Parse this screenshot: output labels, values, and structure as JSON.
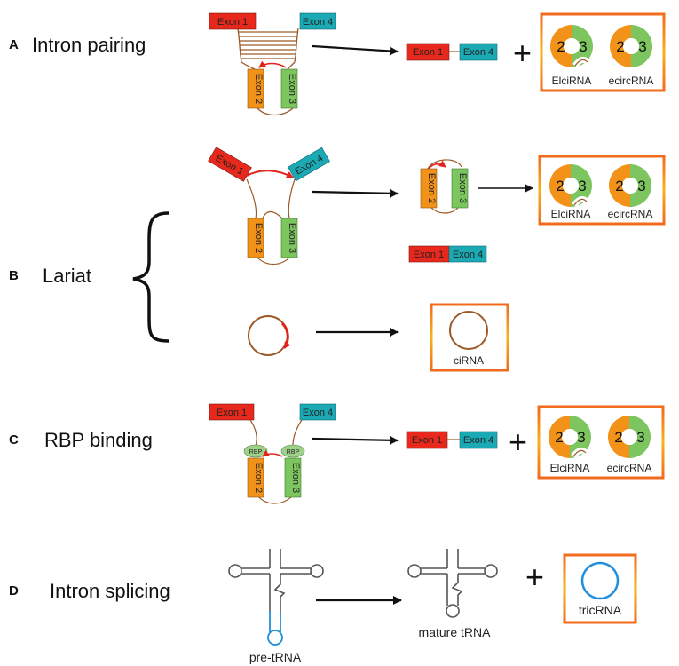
{
  "colors": {
    "exon1": "#e8281c",
    "exon4": "#1ba9b4",
    "exon2": "#f39219",
    "exon3": "#7cc55f",
    "intron": "#9c5a28",
    "box_border": "#f26b1d",
    "trna_loop": "#1f8fdc",
    "arrow_red": "#e2221b",
    "rbp": "#9fd08a"
  },
  "panels": {
    "A": {
      "letter": "A",
      "title": "Intron pairing"
    },
    "B": {
      "letter": "B",
      "title": "Lariat"
    },
    "C": {
      "letter": "C",
      "title": "RBP binding"
    },
    "D": {
      "letter": "D",
      "title": "Intron splicing"
    }
  },
  "exons": {
    "exon1": "Exon 1",
    "exon2": "Exon 2",
    "exon3": "Exon 3",
    "exon4": "Exon 4"
  },
  "circ": {
    "num2": "2",
    "num3": "3",
    "elcirna": "ElciRNA",
    "ecircrna": "ecircRNA"
  },
  "lariat": {
    "cirna": "ciRNA"
  },
  "rbp": {
    "label": "RBP"
  },
  "trna": {
    "pre": "pre-tRNA",
    "mature": "mature tRNA",
    "tricrna": "tricRNA"
  },
  "plus": "+"
}
